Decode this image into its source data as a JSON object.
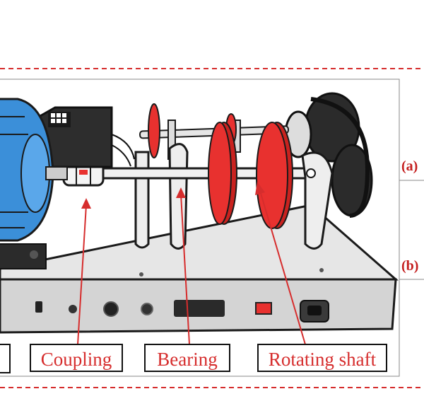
{
  "labels": {
    "coupling": "Coupling",
    "bearing": "Bearing",
    "rotating_shaft": "Rotating shaft"
  },
  "side_tags": {
    "a": "(a)",
    "b": "(b)"
  },
  "colors": {
    "accent_red": "#e8312f",
    "dashed_border": "#d62d2d",
    "motor_blue": "#3b8fd9",
    "base_gray": "#d9d9d9",
    "outline": "#1a1a1a"
  }
}
